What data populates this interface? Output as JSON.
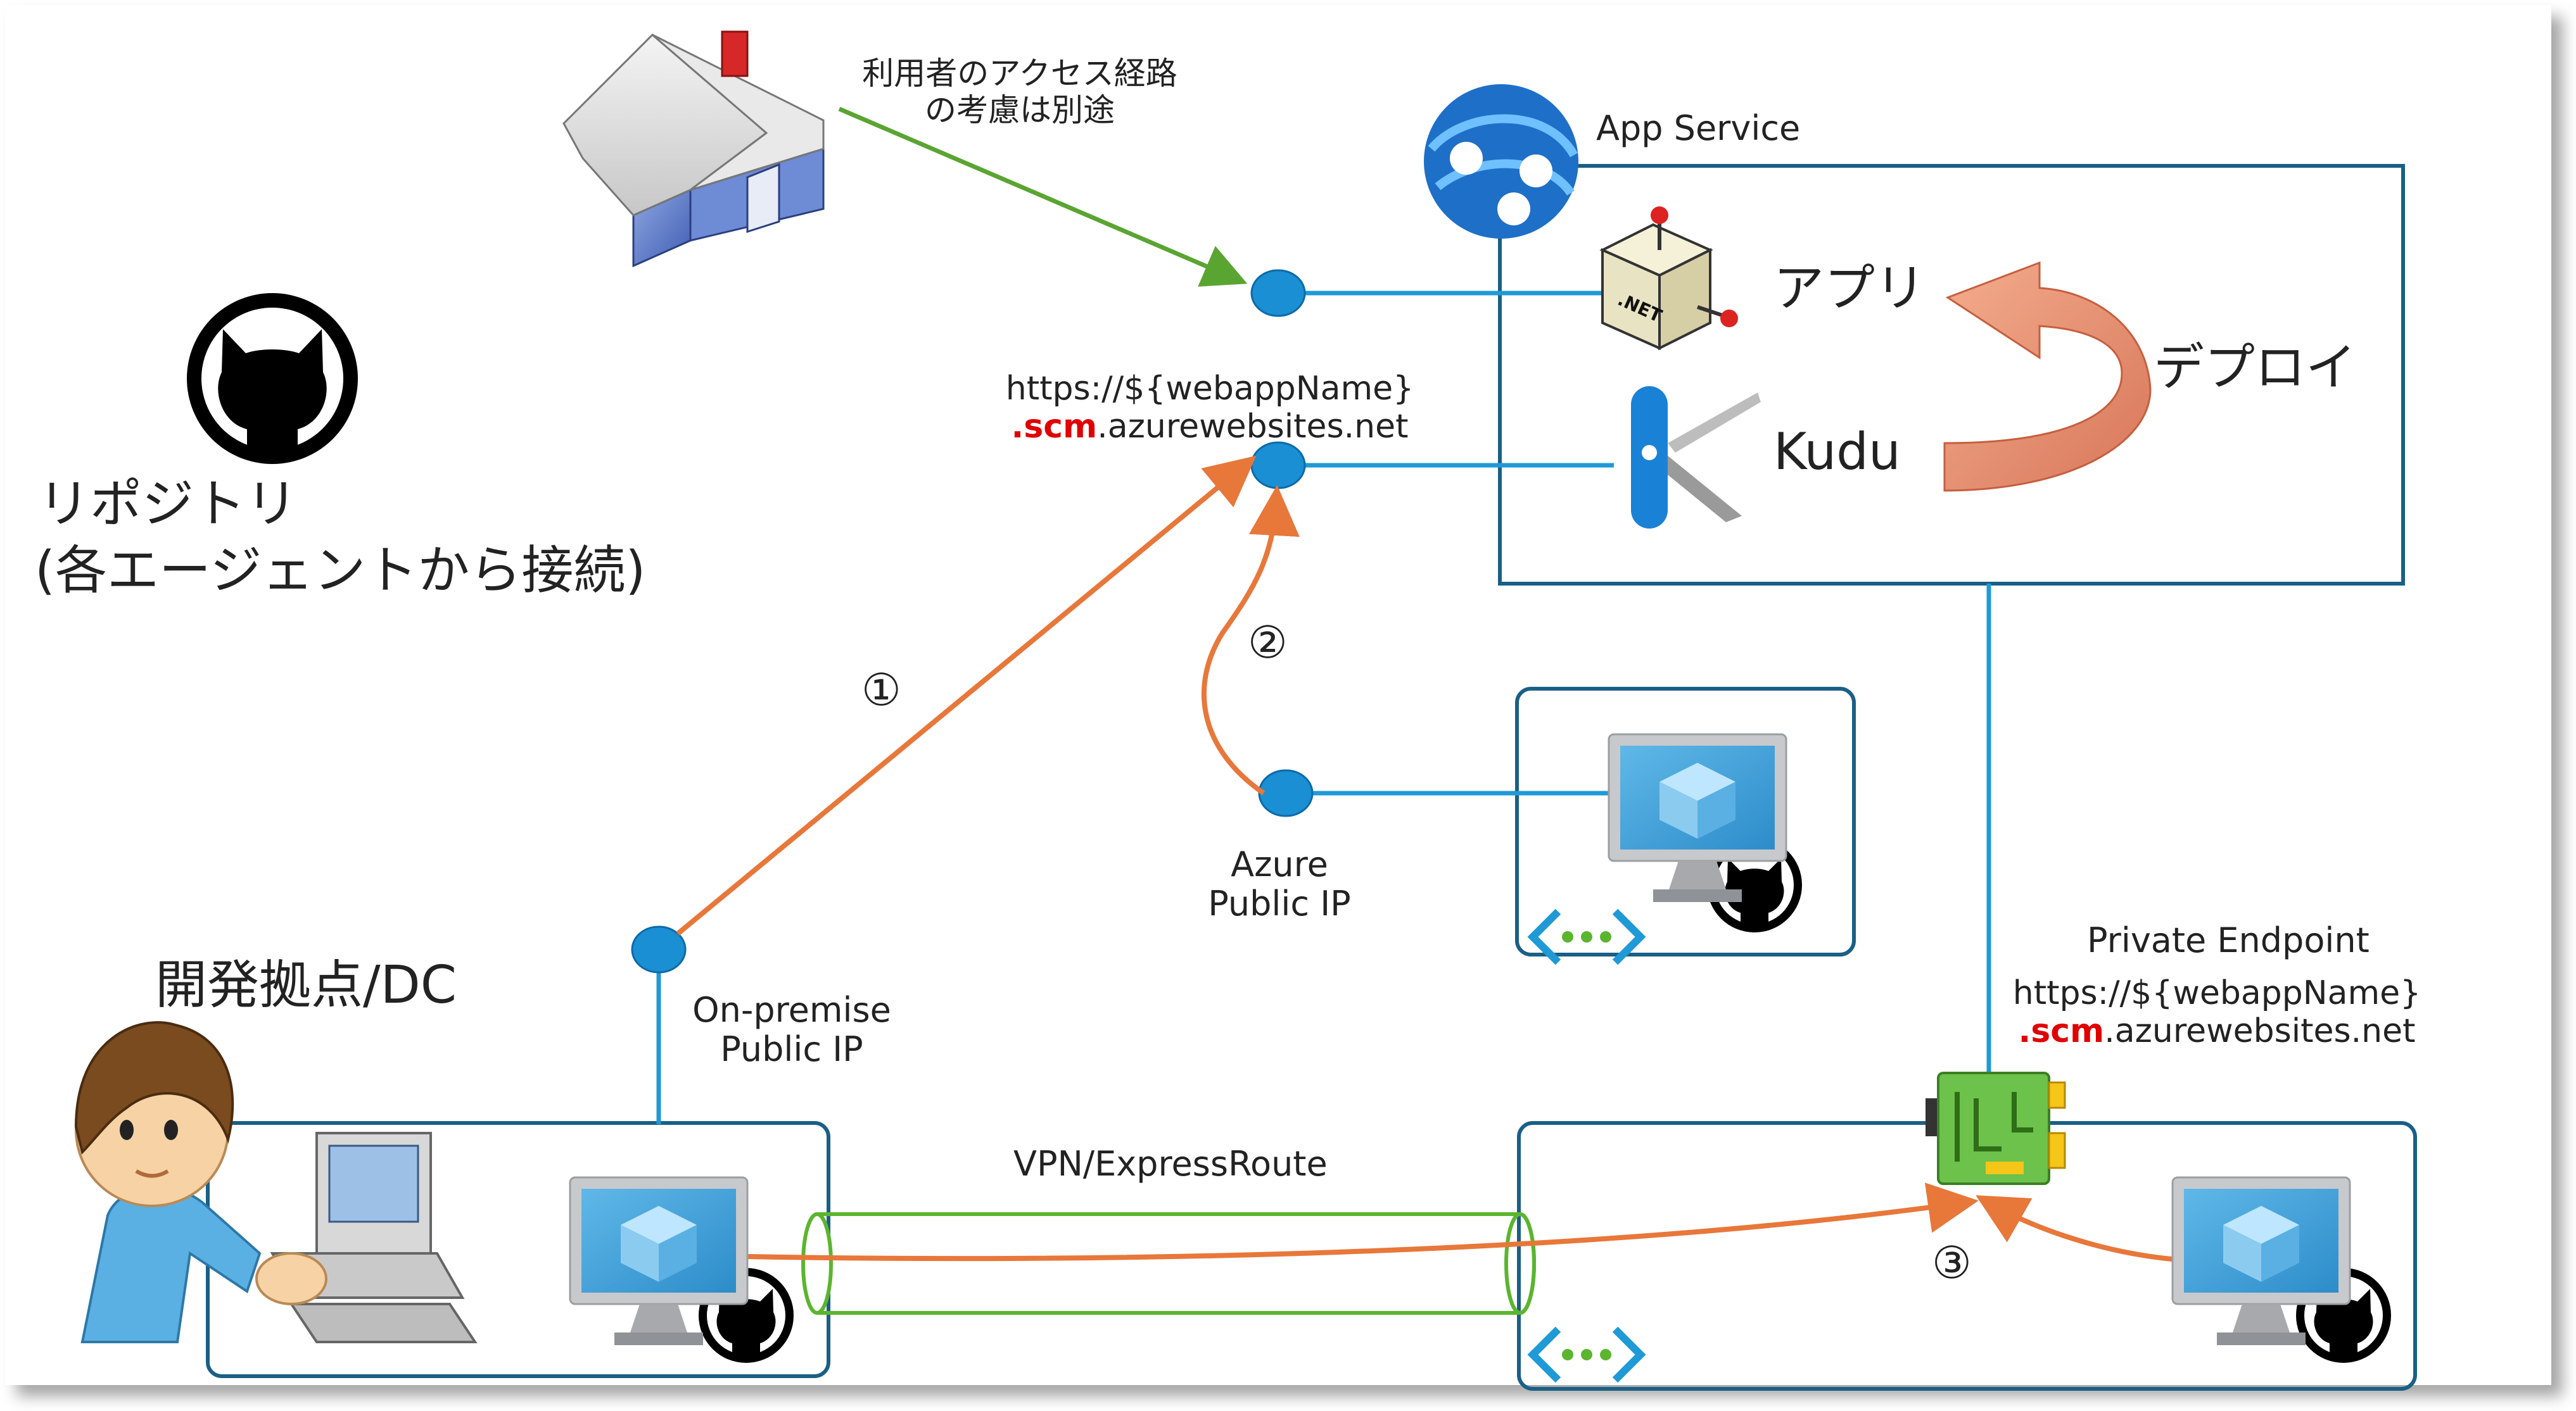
{
  "labels": {
    "user_access_note_line1": "利用者のアクセス経路",
    "user_access_note_line2": "の考慮は別途",
    "app_service": "App Service",
    "app": "アプリ",
    "kudu": "Kudu",
    "deploy": "デプロイ",
    "scm_url_top_line1": "https://${webappName}",
    "scm_url_top_line2_prefix": ".",
    "scm_url_top_line2_scm": "scm",
    "scm_url_top_line2_suffix": ".azurewebsites.net",
    "repository": "リポジトリ",
    "repository_note": "(各エージェントから接続)",
    "step1": "①",
    "step2": "②",
    "step3": "③",
    "azure_public_ip_line1": "Azure",
    "azure_public_ip_line2": "Public IP",
    "dev_site": "開発拠点/DC",
    "onprem_ip_line1": "On-premise",
    "onprem_ip_line2": "Public IP",
    "vpn": "VPN/ExpressRoute",
    "private_endpoint": "Private Endpoint",
    "pe_url_line1": "https://${webappName}",
    "pe_url_line2_prefix": ".",
    "pe_url_line2_scm": "scm",
    "pe_url_line2_suffix": ".azurewebsites.net",
    "net_badge": ".NET"
  },
  "colors": {
    "connector_blue": "#1f9ad6",
    "box_border": "#1a5f86",
    "arrow_orange": "#e8773a",
    "arrow_green": "#5aa532",
    "vpn_tube": "#5bb52f",
    "highlight_red": "#e00000"
  },
  "icons": [
    "house-icon",
    "github-icon",
    "app-service-icon",
    "dotnet-app-icon",
    "kudu-knife-icon",
    "vm-monitor-icon",
    "vnet-icon",
    "developer-person-icon",
    "private-endpoint-icon"
  ]
}
